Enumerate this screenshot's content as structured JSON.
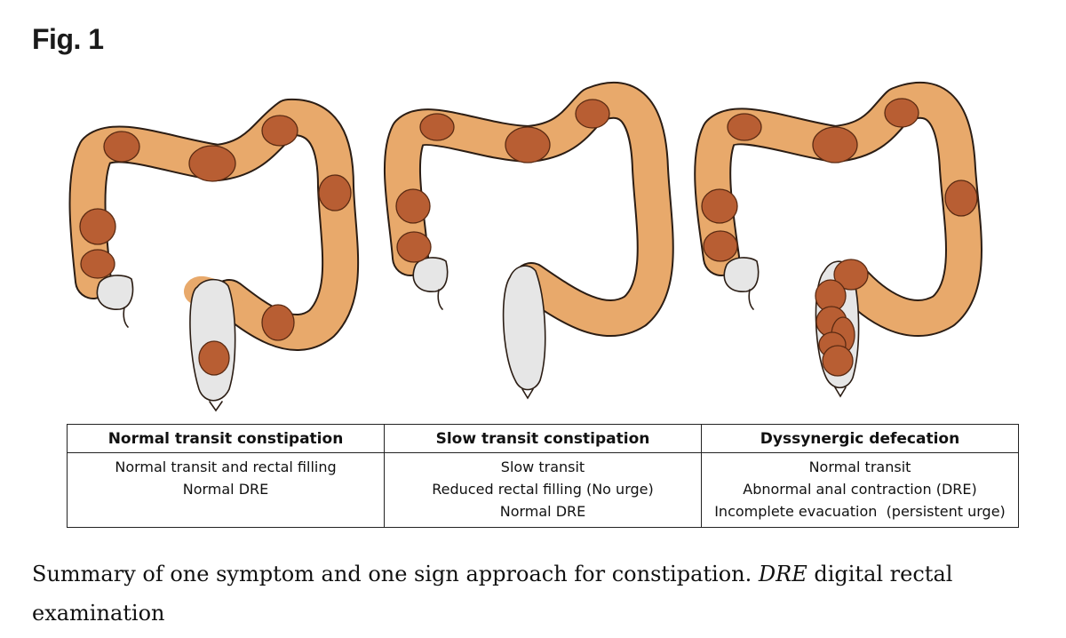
{
  "figure": {
    "label": "Fig. 1"
  },
  "colors": {
    "colon_fill": "#e8a96b",
    "colon_outline": "#2b1d14",
    "stool_fill": "#b85e33",
    "stool_outline": "#5a2a12",
    "rectum_empty": "#e6e6e6"
  },
  "panels": [
    {
      "title": "Normal transit constipation",
      "lines": [
        "Normal transit and rectal filling",
        "Normal DRE"
      ]
    },
    {
      "title": "Slow transit constipation",
      "lines": [
        "Slow transit",
        "Reduced rectal filling (No urge)",
        "Normal DRE"
      ]
    },
    {
      "title": "Dyssynergic defecation",
      "lines": [
        "Normal transit",
        "Abnormal anal contraction (DRE)",
        "Incomplete evacuation  (persistent urge)"
      ]
    }
  ],
  "caption": {
    "before": "Summary of one symptom and one sign approach for constipation. ",
    "abbr": "DRE",
    "after": " digital rectal examination"
  }
}
